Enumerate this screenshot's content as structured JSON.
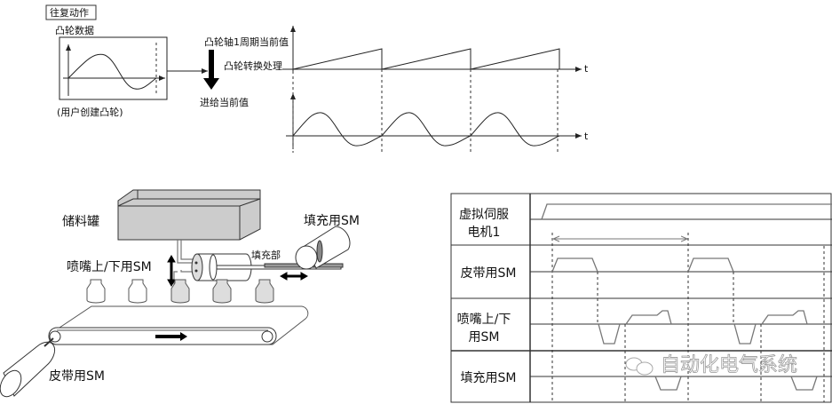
{
  "top": {
    "mode_label": "往复动作",
    "cam_data_label": "凸轮数据",
    "user_cam_label": "(用户创建凸轮)",
    "cam_axis_value_label": "凸轮轴1周期当前值",
    "cam_convert_label": "凸轮转换处理",
    "feed_value_label": "进给当前值",
    "t_axis_upper": "t",
    "t_axis_lower": "t"
  },
  "machine": {
    "tank_label": "储料罐",
    "fill_sm_label": "填充用SM",
    "nozzle_sm_label": "喷嘴上/下用SM",
    "fill_unit_label": "填充部",
    "belt_sm_label": "皮带用SM"
  },
  "timing": {
    "rows": [
      {
        "line1": "虚拟伺服",
        "line2": "电机1"
      },
      {
        "line1": "皮带用SM"
      },
      {
        "line1": "喷嘴上/下",
        "line2": "用SM"
      },
      {
        "line1": "填充用SM"
      }
    ],
    "watermark": "自动化电气系统"
  }
}
